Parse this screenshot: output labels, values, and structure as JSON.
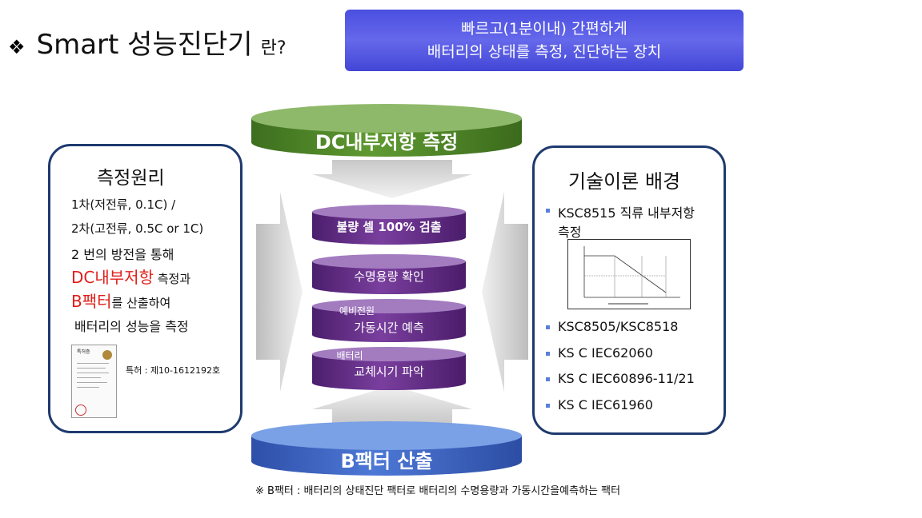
{
  "title": {
    "bullet": "❖",
    "main": "Smart 성능진단기",
    "suffix": "란?"
  },
  "banner": {
    "line1": "빠르고(1분이내) 간편하게",
    "line2": "배터리의 상태를 측정, 진단하는 장치"
  },
  "left_box": {
    "title": "측정원리",
    "line1": "1차(저전류, 0.1C) /",
    "line2": "2차(고전류, 0.5C or 1C)",
    "line3": "2 번의 방전을 통해",
    "line4_highlight": "DC내부저항",
    "line4_rest": " 측정과",
    "line5_highlight": "B팩터",
    "line5_rest": "를 산출하여",
    "line6": "배터리의 성능을 측정",
    "patent": "특허 : 제10-1612192호",
    "certificate_text": "특허증"
  },
  "center": {
    "top_disc": "DC내부저항 측정",
    "items": [
      {
        "small": "",
        "label": "불량 셀 100% 검출"
      },
      {
        "small": "",
        "label": "수명용량 확인"
      },
      {
        "small": "예비전원",
        "label": "가동시간 예측"
      },
      {
        "small": "배터리",
        "label": "교체시기 파악"
      }
    ],
    "bottom_disc": "B팩터 산출"
  },
  "right_box": {
    "title": "기술이론 배경",
    "first_item_line1": "KSC8515 직류 내부저항",
    "first_item_line2": "측정",
    "items": [
      "KSC8505/KSC8518",
      "KS C IEC62060",
      "KS C IEC60896-11/21",
      "KS C IEC61960"
    ]
  },
  "footnote": "※ B팩터 : 배터리의 상태진단 팩터로 배터리의 수명용량과 가동시간을예측하는 팩터",
  "colors": {
    "banner": "#5558e3",
    "dc_disc": "#5a8f2e",
    "purple_disc": "#6a3390",
    "b_disc": "#3f66c6",
    "highlight_red": "#e0201a",
    "box_border": "#1e3a6e"
  }
}
